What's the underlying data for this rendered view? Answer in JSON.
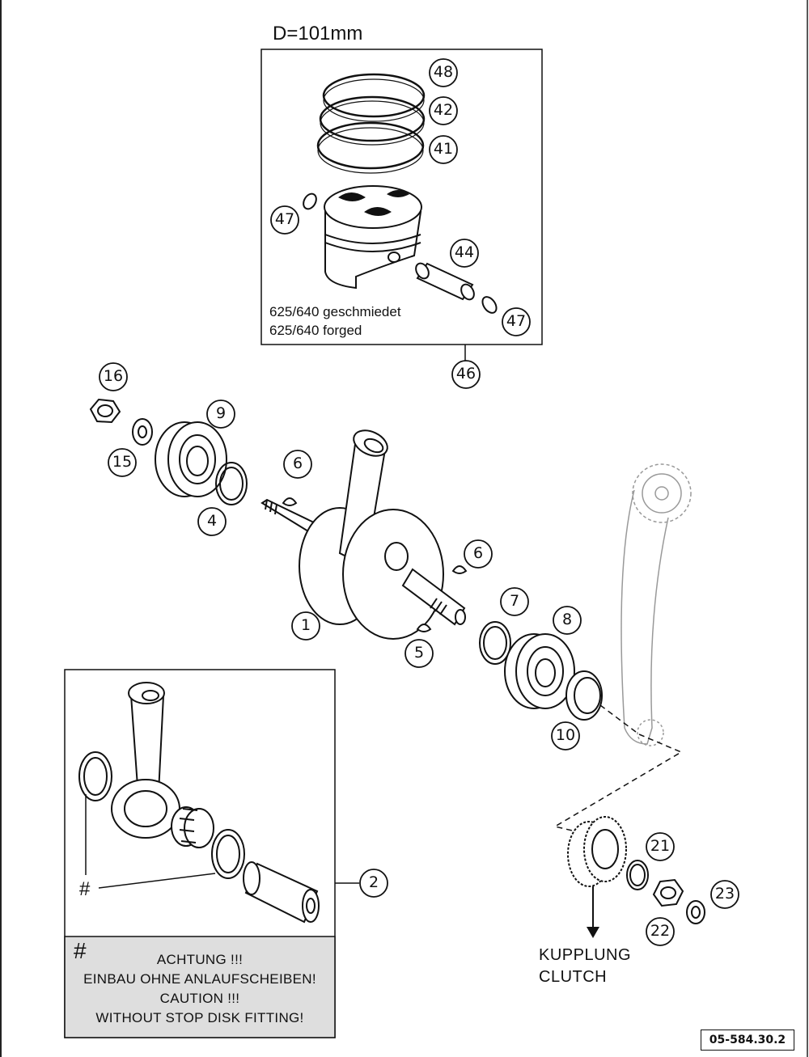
{
  "diagram": {
    "diameter_label": "D=101mm",
    "piston_note_de": "625/640  geschmiedet",
    "piston_note_en": "625/640  forged",
    "clutch_label_de": "KUPPLUNG",
    "clutch_label_en": "CLUTCH",
    "hash_symbol": "#",
    "warning_lines": [
      "ACHTUNG !!!",
      "EINBAU OHNE ANLAUFSCHEIBEN!",
      "CAUTION !!!",
      "WITHOUT STOP DISK FITTING!"
    ],
    "doc_id": "05-584.30.2",
    "part_numbers": {
      "p48": "48",
      "p42": "42",
      "p41": "41",
      "p47a": "47",
      "p44": "44",
      "p47b": "47",
      "p46": "46",
      "p16": "16",
      "p9": "9",
      "p15": "15",
      "p4": "4",
      "p6a": "6",
      "p6b": "6",
      "p1": "1",
      "p7": "7",
      "p8": "8",
      "p5": "5",
      "p10": "10",
      "p2": "2",
      "p21": "21",
      "p23": "23",
      "p22": "22"
    }
  }
}
